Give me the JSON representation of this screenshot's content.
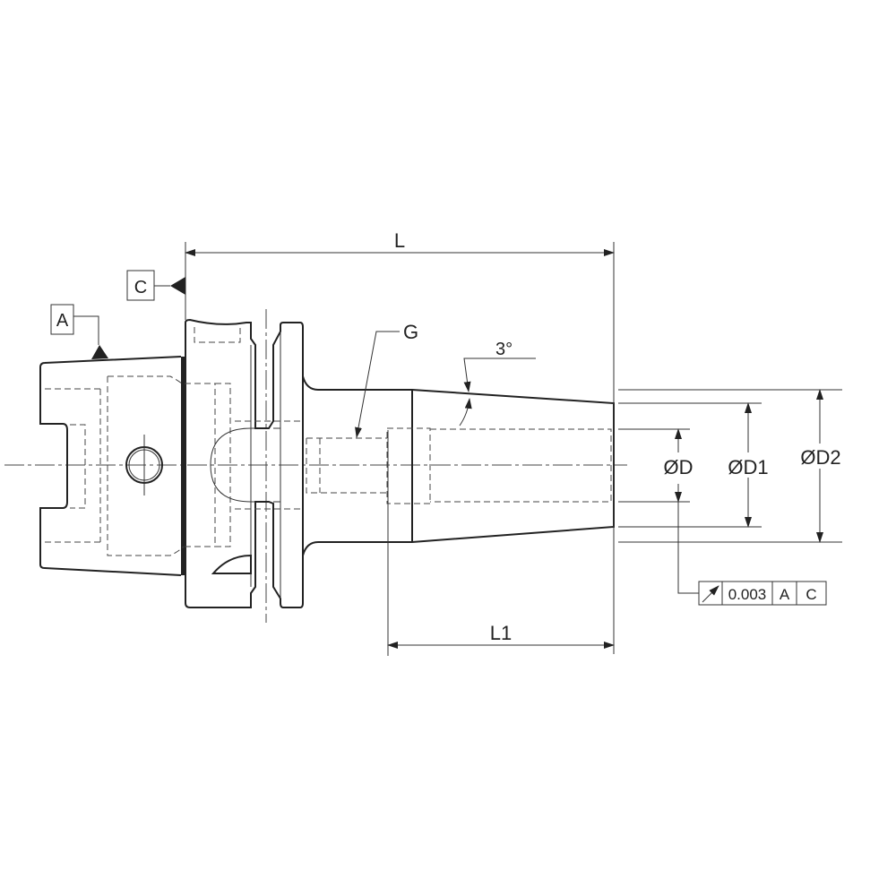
{
  "labels": {
    "L": "L",
    "L1": "L1",
    "G": "G",
    "angle": "3°",
    "D": "ØD",
    "D1": "ØD1",
    "D2": "ØD2",
    "datum_A": "A",
    "datum_C": "C"
  },
  "tolerance_frame": {
    "symbol": "circular-runout-arrow-icon",
    "value": "0.003",
    "datum1": "A",
    "datum2": "C"
  }
}
